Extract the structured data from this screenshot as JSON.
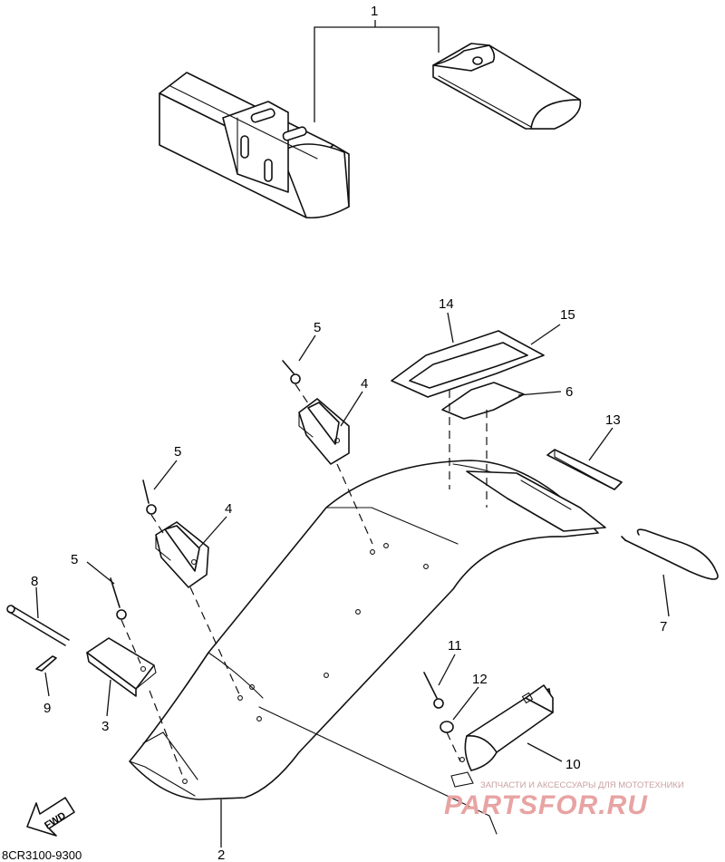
{
  "diagram": {
    "callouts": {
      "c1": "1",
      "c2": "2",
      "c3": "3",
      "c4a": "4",
      "c4b": "4",
      "c5a": "5",
      "c5b": "5",
      "c5c": "5",
      "c6": "6",
      "c7": "7",
      "c8": "8",
      "c9": "9",
      "c10": "10",
      "c11": "11",
      "c12": "12",
      "c13": "13",
      "c14": "14",
      "c15": "15"
    },
    "fwd_label": "FWD",
    "drawing_code": "8CR3100-9300"
  },
  "watermark": {
    "tagline": "ЗАПЧАСТИ И АКСЕССУАРЫ ДЛЯ МОТОТЕХНИКИ",
    "brand": "PARTSFOR.RU"
  }
}
